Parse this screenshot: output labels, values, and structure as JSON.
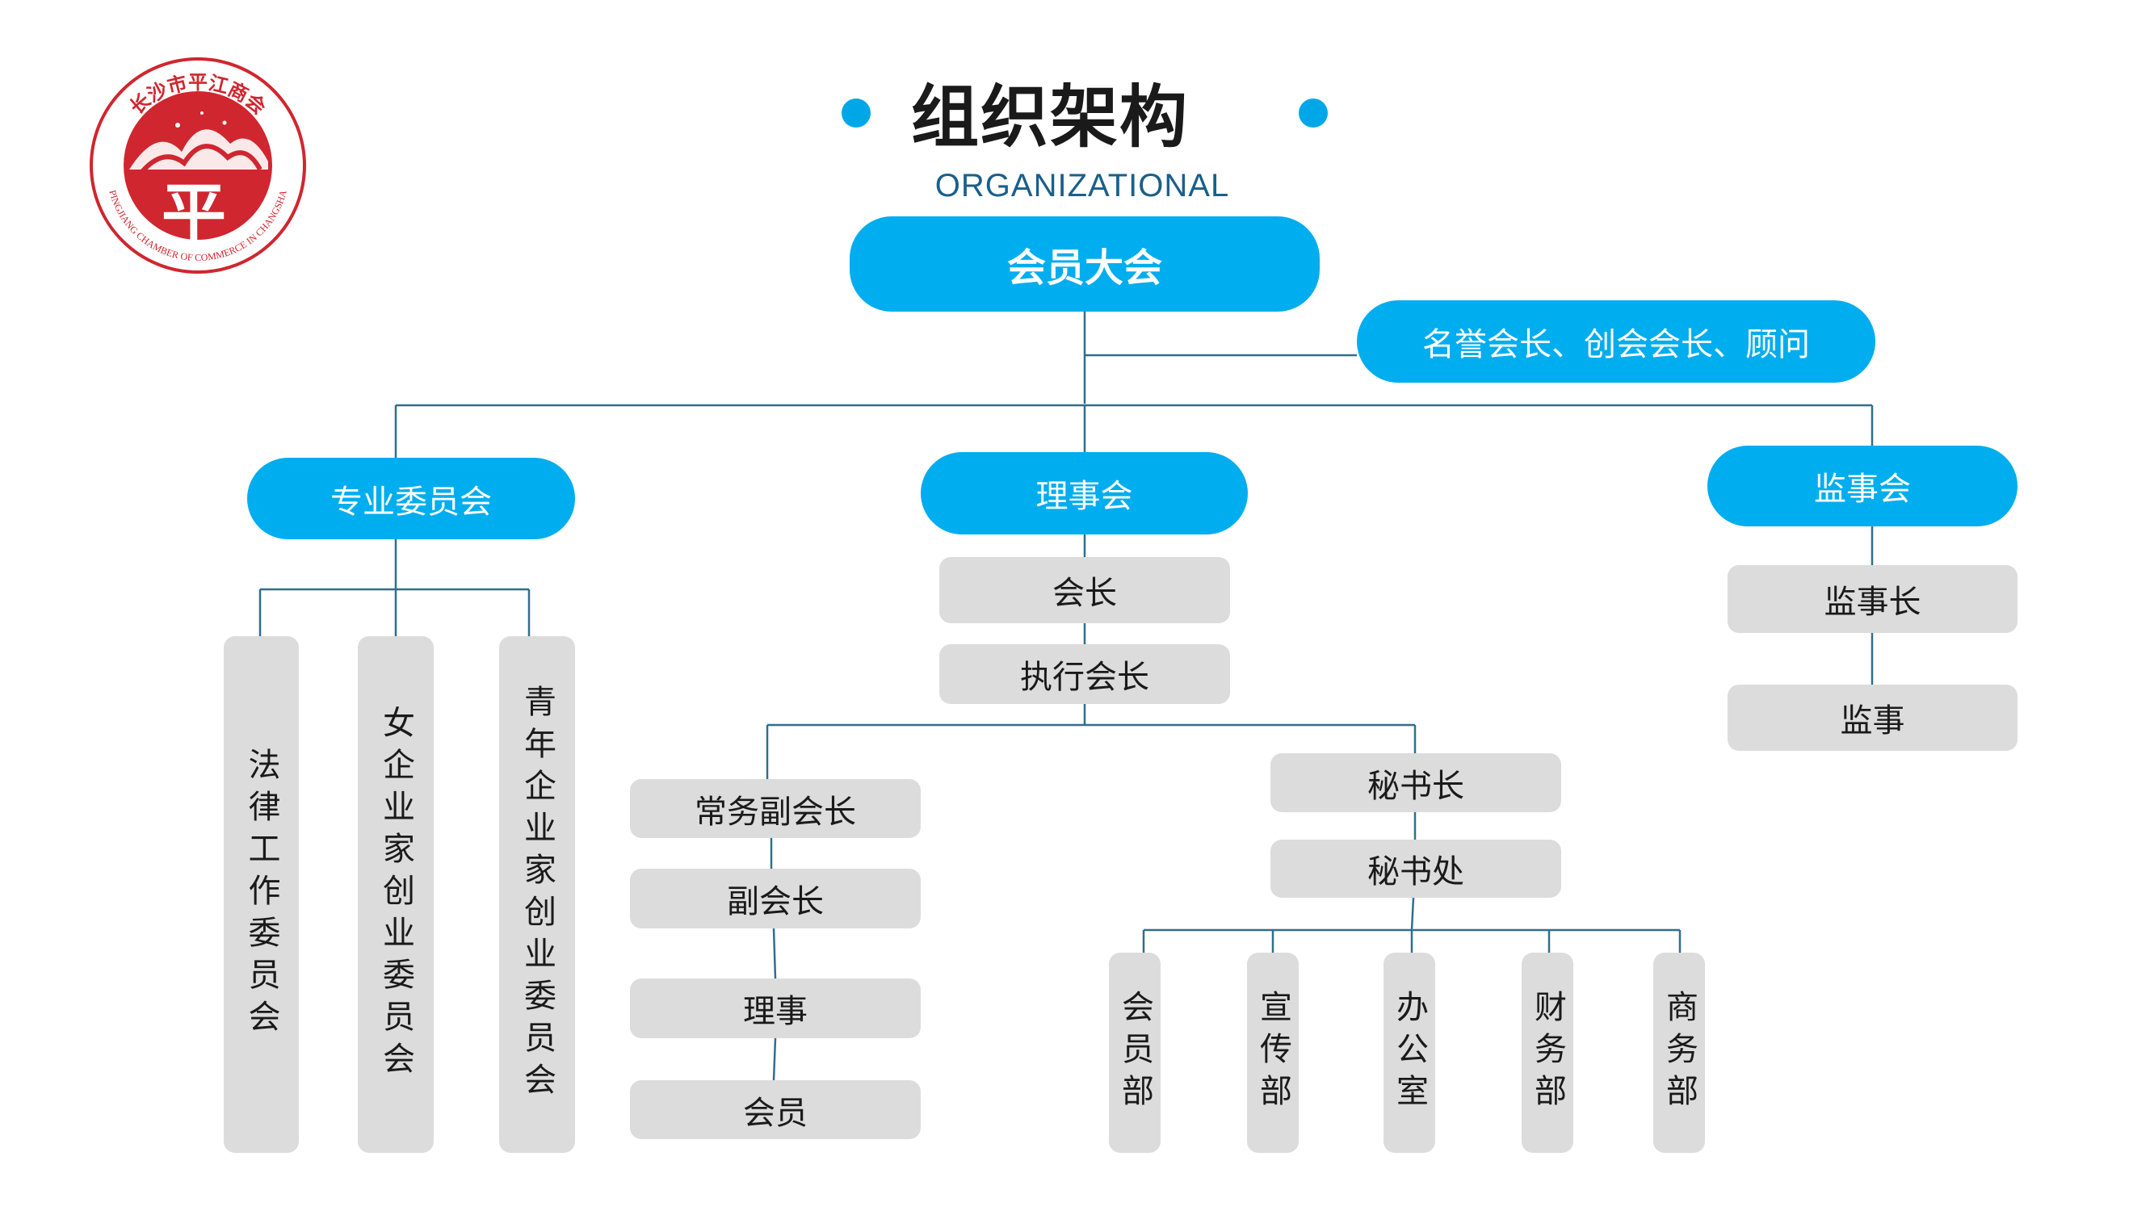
{
  "logo": {
    "name_cn": "长沙市平江商会",
    "name_en": "PINGJIANG CHAMBER OF COMMERCE IN CHANGSHA",
    "emblem_char": "平",
    "color": "#D0262F"
  },
  "header": {
    "title": "组织架构",
    "subtitle": "ORGANIZATIONAL"
  },
  "colors": {
    "accent": "#00ADEE",
    "box_gray": "#DCDCDC",
    "line": "#2F6F8C"
  },
  "org": {
    "assembly": "会员大会",
    "honorary": "名誉会长、创会会长、顾问",
    "committees": {
      "label": "专业委员会",
      "items": [
        "法律工作委员会",
        "女企业家创业委员会",
        "青年企业家创业委员会"
      ]
    },
    "council": {
      "label": "理事会",
      "president": "会长",
      "executive_president": "执行会长",
      "vice_branch": [
        "常务副会长",
        "副会长",
        "理事",
        "会员"
      ],
      "secretary_general": "秘书长",
      "secretariat": "秘书处",
      "departments": [
        "会员部",
        "宣传部",
        "办公室",
        "财务部",
        "商务部"
      ]
    },
    "supervisory": {
      "label": "监事会",
      "chief": "监事长",
      "supervisor": "监事"
    }
  }
}
